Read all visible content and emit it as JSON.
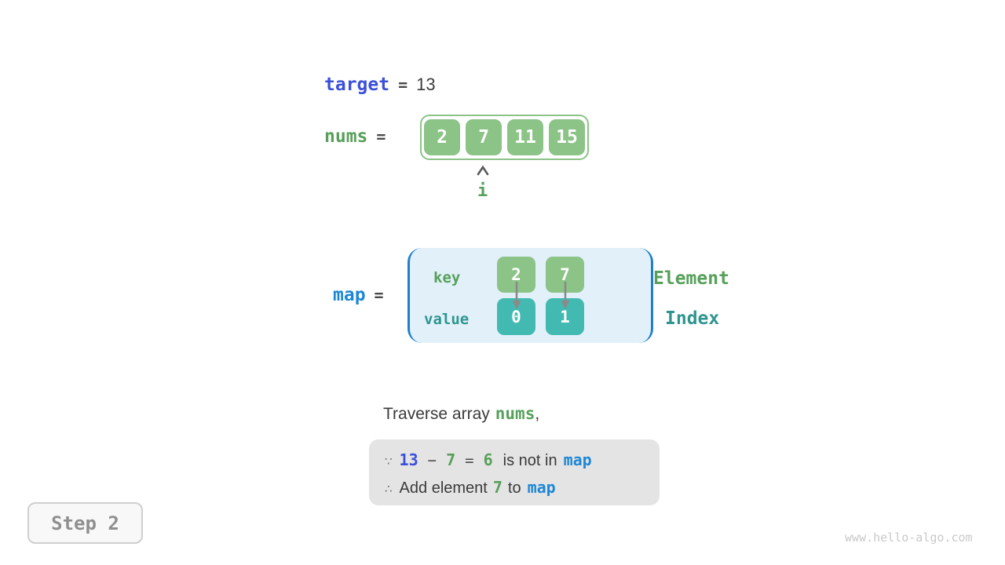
{
  "target_row": {
    "label": "target",
    "equals": "=",
    "value": "13"
  },
  "nums_row": {
    "label": "nums",
    "equals": "=",
    "values": [
      "2",
      "7",
      "11",
      "15"
    ],
    "pointer_label": "i",
    "pointer_index": 1
  },
  "map_row": {
    "label": "map",
    "equals": "=",
    "key_label": "key",
    "value_label": "value",
    "entries": [
      {
        "key": "2",
        "value": "0"
      },
      {
        "key": "7",
        "value": "1"
      }
    ],
    "element_label": "Element",
    "index_label": "Index"
  },
  "caption": {
    "prefix": "Traverse array",
    "nums_ref": "nums",
    "suffix": ","
  },
  "explanation": {
    "line1": {
      "because": "∵",
      "minuend": "13",
      "minus": "−",
      "subtrahend": "7",
      "equals": "=",
      "difference": "6",
      "text": "is not in",
      "map_ref": "map"
    },
    "line2": {
      "therefore": "∴",
      "text_before": "Add element",
      "value": "7",
      "text_mid": "to",
      "map_ref": "map"
    }
  },
  "step_badge": {
    "label": "Step 2"
  },
  "watermark": "www.hello-algo.com",
  "colors": {
    "indigo_blue": "#3B50D9",
    "azure_blue": "#1E87D5",
    "bracket_blue": "#1E7FD0",
    "green_text": "#57A05A",
    "teal_text": "#2F968F",
    "green_box": "#8CC387",
    "teal_box": "#43BAB1",
    "map_bg": "#E1F0F9",
    "dark_text": "#3A3A3A",
    "gray_text": "#8F8F8F",
    "arrow_gray": "#8A8A8A",
    "box_bg_gray": "#E4E4E4",
    "watermark_gray": "#C9C9C9"
  }
}
